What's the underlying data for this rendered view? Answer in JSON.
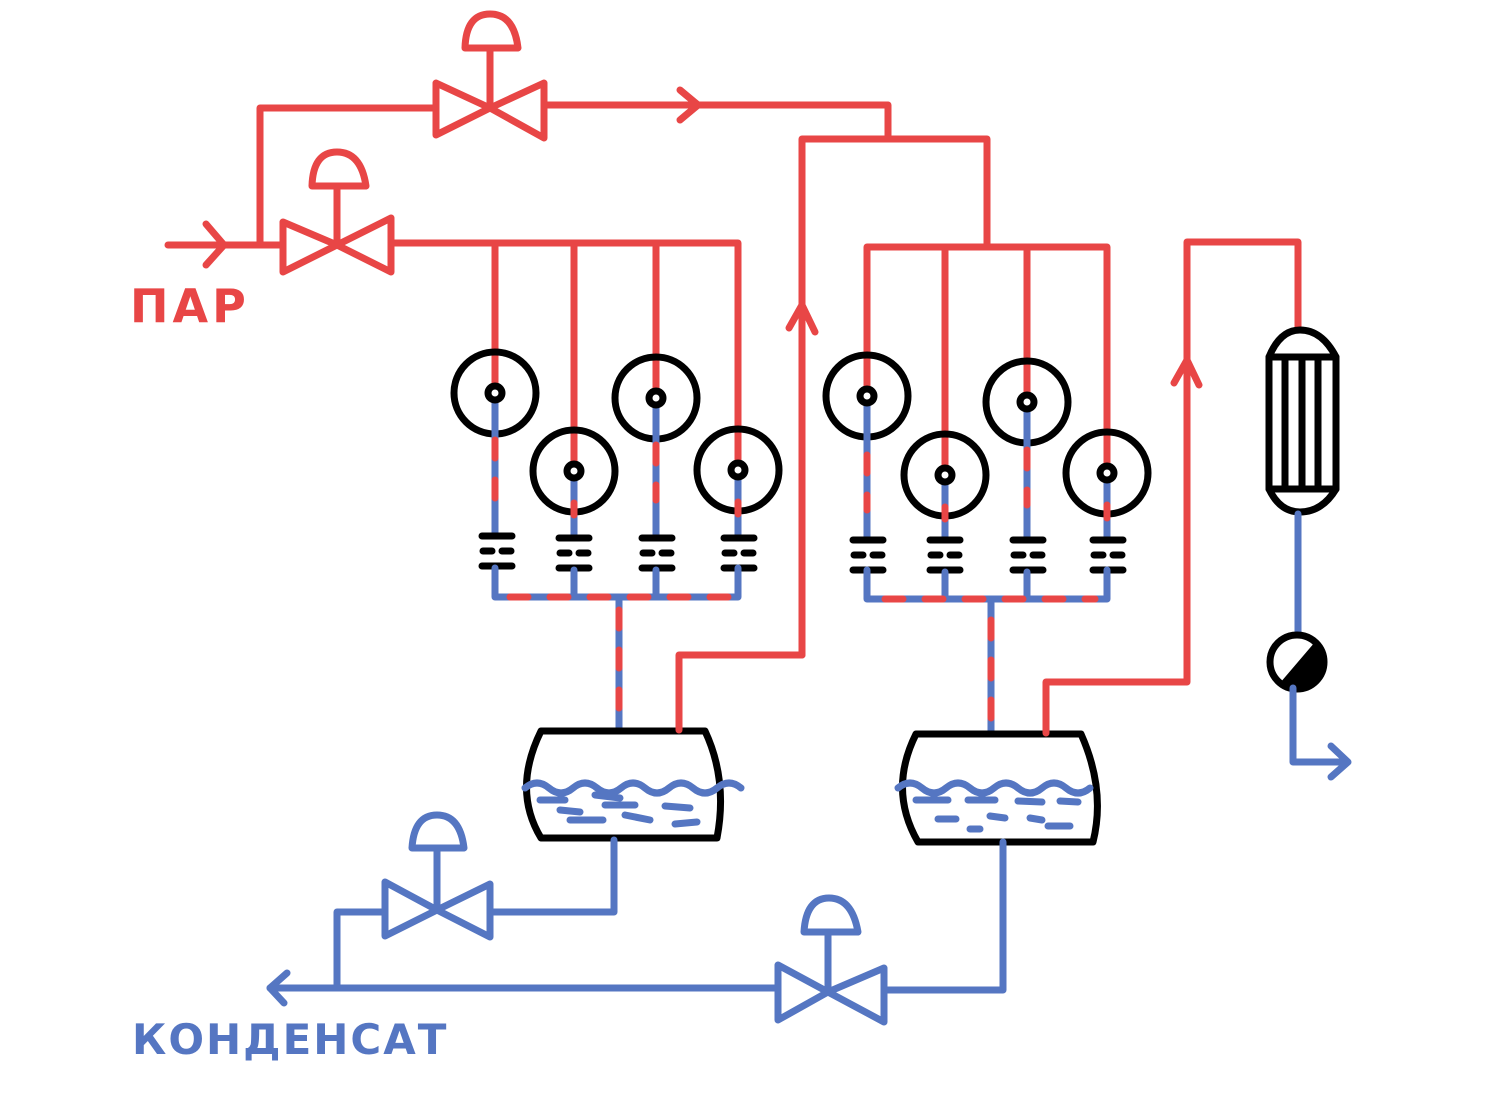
{
  "diagram": {
    "labels": {
      "steam": "ПАР",
      "condensate": "КОНДЕНСАТ"
    },
    "colors": {
      "steam": "#e84646",
      "condensate": "#5576c2",
      "equipment": "#000000"
    },
    "groups": [
      {
        "name": "group-1",
        "dryer_count": 4,
        "trap_count": 4
      },
      {
        "name": "group-2",
        "dryer_count": 4,
        "trap_count": 4
      }
    ],
    "separators": 2,
    "control_valves": {
      "steam": 2,
      "condensate": 2
    },
    "heat_exchanger": "condenser",
    "pump": "condensate-pump"
  }
}
